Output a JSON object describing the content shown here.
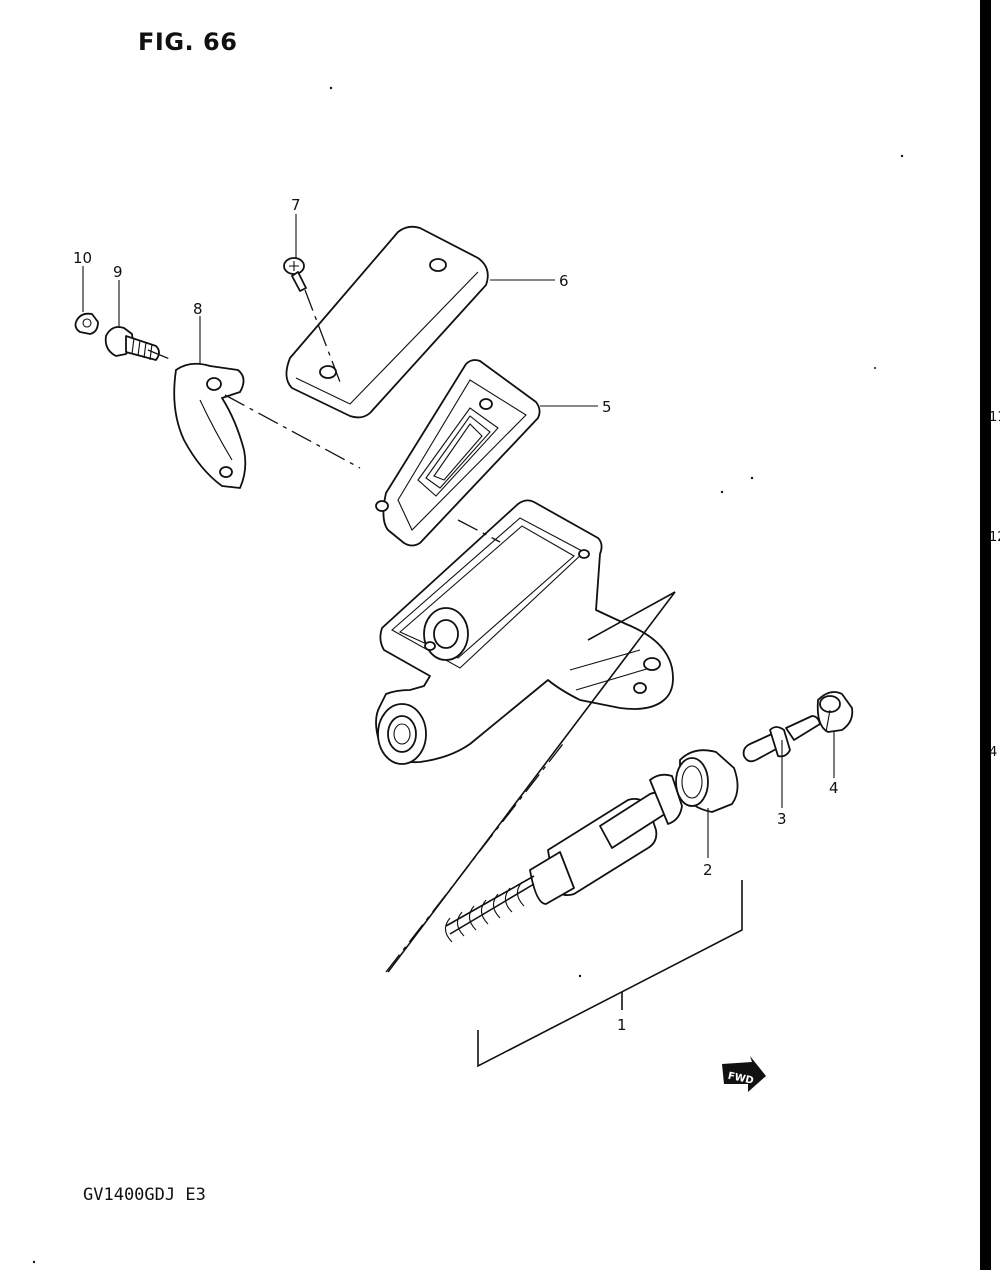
{
  "figure": {
    "title": "FIG. 66"
  },
  "model": {
    "code": "GV1400GDJ E3"
  },
  "callouts": [
    {
      "id": "1",
      "label": "1"
    },
    {
      "id": "2",
      "label": "2"
    },
    {
      "id": "3",
      "label": "3"
    },
    {
      "id": "4",
      "label": "4"
    },
    {
      "id": "5",
      "label": "5"
    },
    {
      "id": "6",
      "label": "6"
    },
    {
      "id": "7",
      "label": "7"
    },
    {
      "id": "8",
      "label": "8"
    },
    {
      "id": "9",
      "label": "9"
    },
    {
      "id": "10",
      "label": "10"
    }
  ],
  "fwd_arrow": {
    "label": "FWD"
  },
  "edge_fragments": [
    "11",
    "12",
    "4"
  ]
}
